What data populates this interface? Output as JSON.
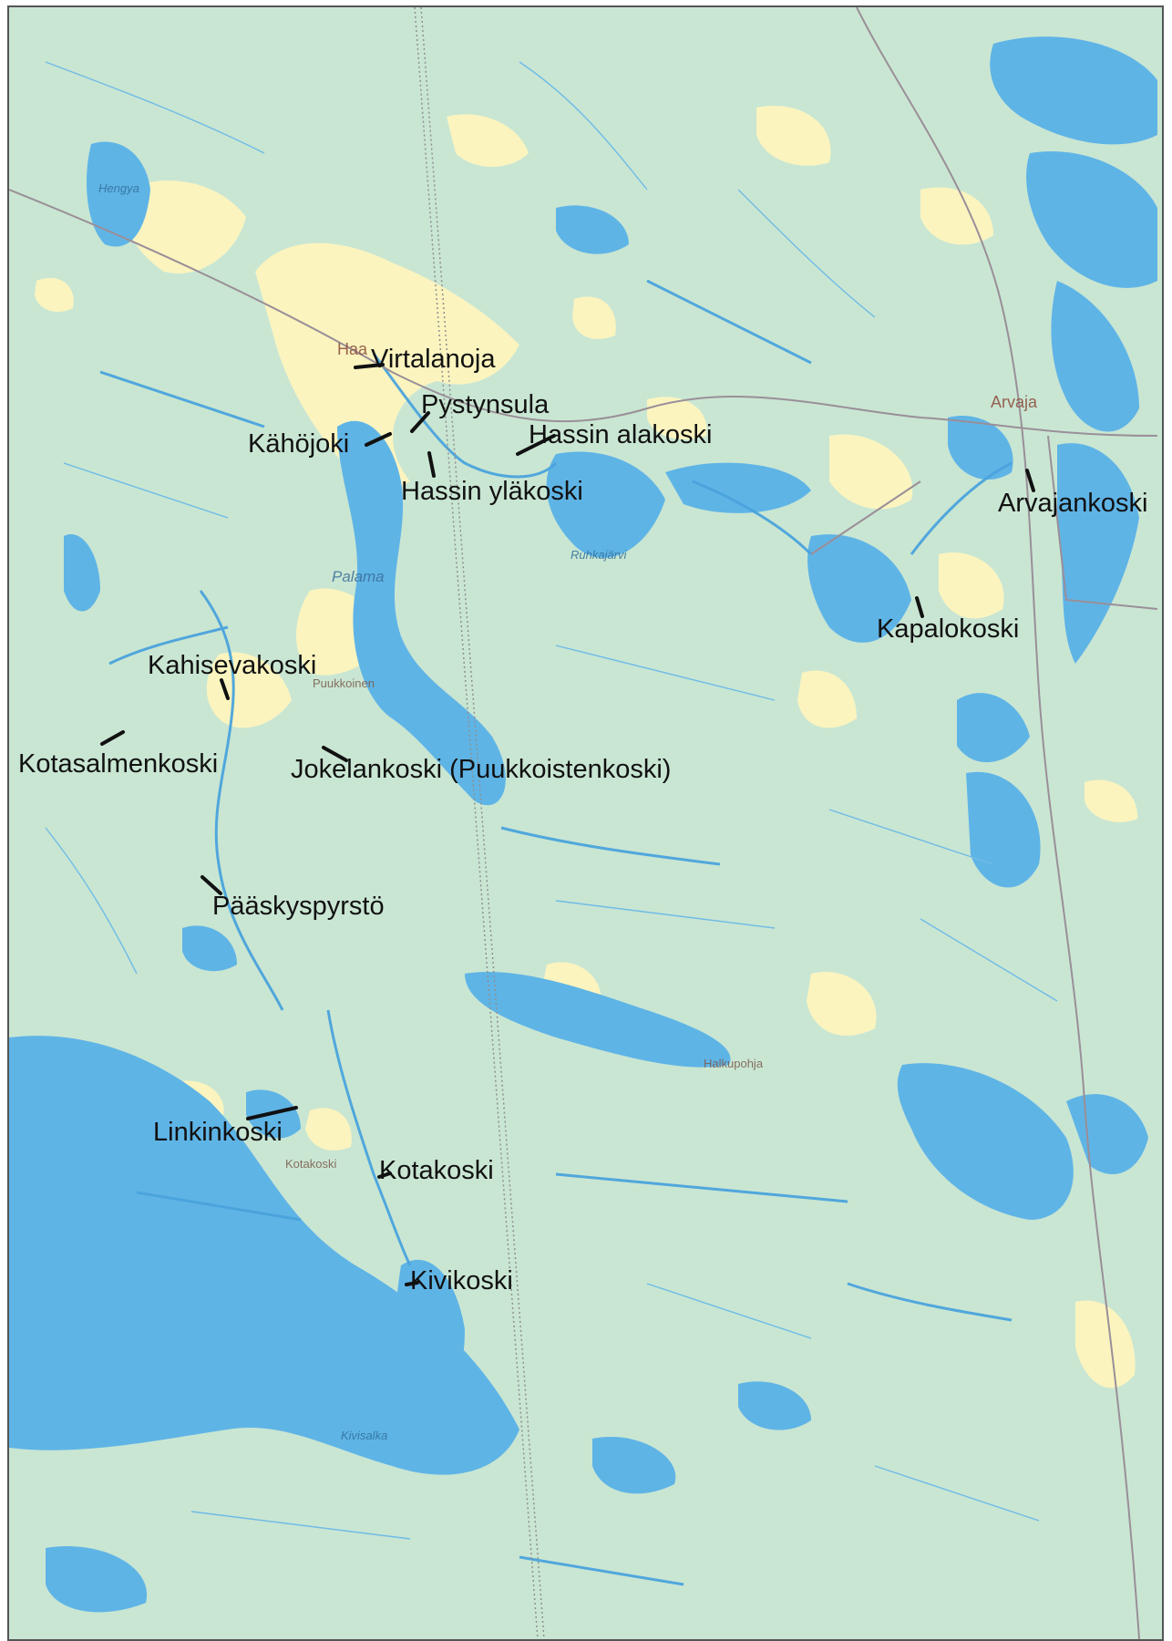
{
  "colors": {
    "land": "#c9e6d3",
    "water": "#5fb4e6",
    "field": "#fbf4bf",
    "stream": "#4aa3dc",
    "road": "#9a8f98",
    "leader": "#111111"
  },
  "rapids": [
    {
      "id": "virtalanoja",
      "label": "Virtalanoja"
    },
    {
      "id": "pystynsula",
      "label": "Pystynsula"
    },
    {
      "id": "kahojoki",
      "label": "Kähöjoki"
    },
    {
      "id": "hassin-alakoski",
      "label": "Hassin alakoski"
    },
    {
      "id": "hassin-ylakoski",
      "label": "Hassin yläkoski"
    },
    {
      "id": "arvajankoski",
      "label": "Arvajankoski"
    },
    {
      "id": "kapalokoski",
      "label": "Kapalokoski"
    },
    {
      "id": "kahisevakoski",
      "label": "Kahisevakoski"
    },
    {
      "id": "kotasalmenkoski",
      "label": "Kotasalmenkoski"
    },
    {
      "id": "jokelankoski",
      "label": "Jokelankoski (Puukkoistenkoski)"
    },
    {
      "id": "paaskyspyrsto",
      "label": "Pääskyspyrstö"
    },
    {
      "id": "linkinkoski",
      "label": "Linkinkoski"
    },
    {
      "id": "kotakoski",
      "label": "Kotakoski"
    },
    {
      "id": "kivikoski",
      "label": "Kivikoski"
    }
  ],
  "map_names": [
    {
      "id": "arvaja",
      "label": "Arvaja",
      "kind": "big"
    },
    {
      "id": "palama",
      "label": "Palama",
      "kind": "bigwater"
    },
    {
      "id": "puukkoinen",
      "label": "Puukkoinen",
      "kind": "minor"
    },
    {
      "id": "halkupohja",
      "label": "Halkupohja",
      "kind": "minor"
    },
    {
      "id": "kotakoski-village",
      "label": "Kotakoski",
      "kind": "minor"
    },
    {
      "id": "kivisalka",
      "label": "Kivisalka",
      "kind": "water"
    },
    {
      "id": "ruhkajarvi",
      "label": "Ruhkajärvi",
      "kind": "water"
    },
    {
      "id": "hengya",
      "label": "Hengya",
      "kind": "water"
    },
    {
      "id": "haapa",
      "label": "Haa",
      "kind": "big"
    }
  ]
}
